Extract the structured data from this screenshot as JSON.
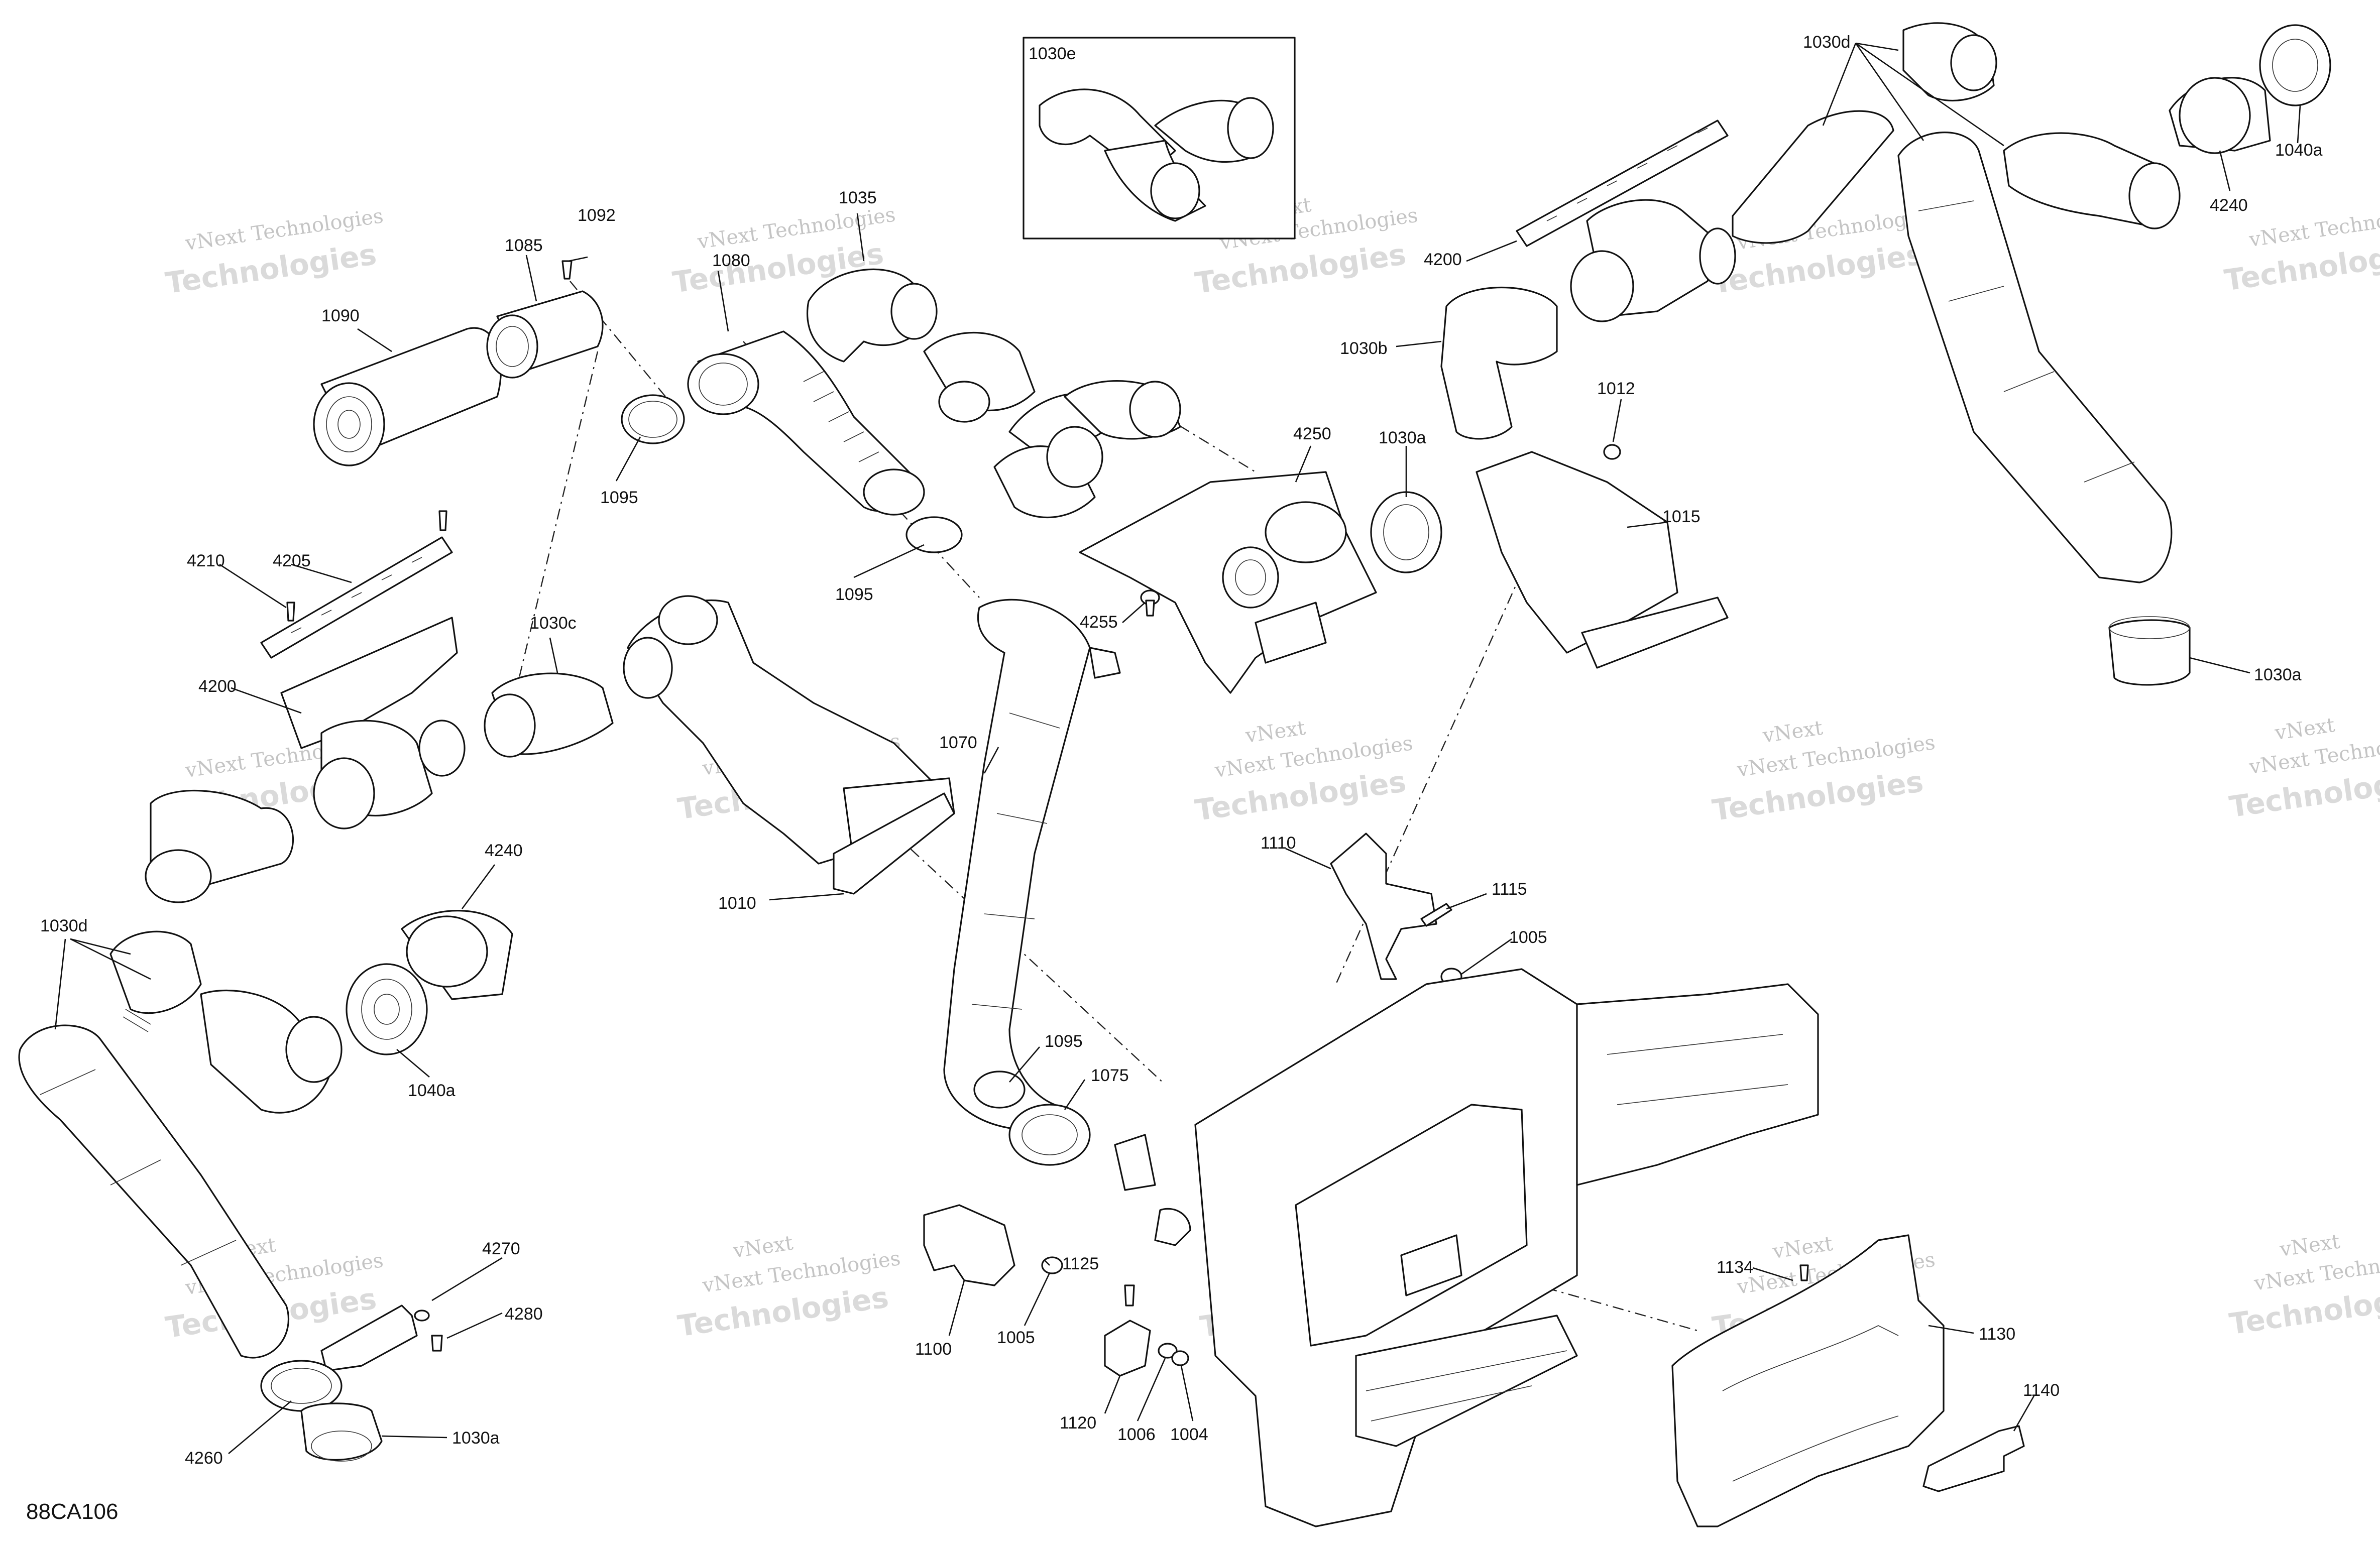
{
  "diagram": {
    "code": "88CA106",
    "watermark": {
      "line1": "vNext Technologies",
      "line2": "Technologies",
      "overlay": "vNext"
    },
    "inset_label": "1030e",
    "callouts": {
      "c1092": "1092",
      "c1085": "1085",
      "c1090": "1090",
      "c1095a": "1095",
      "c1080": "1080",
      "c1035": "1035",
      "c1095b": "1095",
      "c4210": "4210",
      "c4205": "4205",
      "c4200a": "4200",
      "c1030c": "1030c",
      "c1030d_left": "1030d",
      "c4240_left": "4240",
      "c1040a_left": "1040a",
      "c1010": "1010",
      "c1070": "1070",
      "c4255": "4255",
      "c4250": "4250",
      "c1030a_mid": "1030a",
      "c1012": "1012",
      "c1015": "1015",
      "c1030b": "1030b",
      "c4200b": "4200",
      "c1030d_right": "1030d",
      "c4240_right": "4240",
      "c1040a_right": "1040a",
      "c1030a_right": "1030a",
      "c1110": "1110",
      "c1115": "1115",
      "c1005a": "1005",
      "c1095c": "1095",
      "c1075": "1075",
      "c1100": "1100",
      "c1125": "1125",
      "c1005b": "1005",
      "c1120": "1120",
      "c1006": "1006",
      "c1004": "1004",
      "c4270": "4270",
      "c4280": "4280",
      "c4260": "4260",
      "c1030a_bottom": "1030a",
      "c1134": "1134",
      "c1130": "1130",
      "c1140": "1140"
    }
  }
}
